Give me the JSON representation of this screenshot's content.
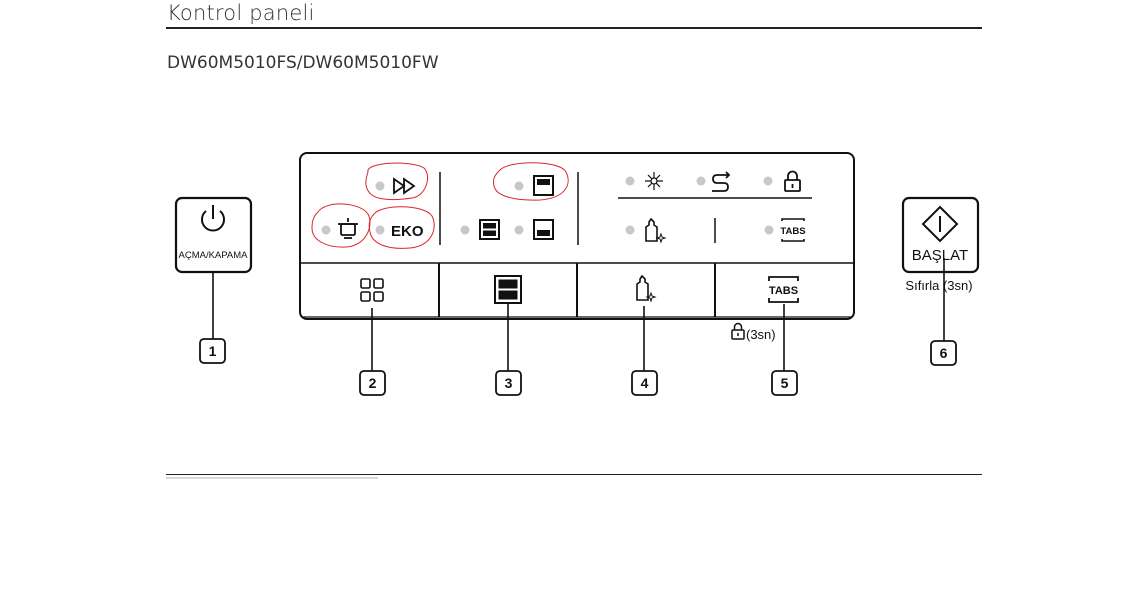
{
  "section_title": "Kontrol paneli",
  "model": "DW60M5010FS/DW60M5010FW",
  "power_button": {
    "label": "AÇMA/KAPAMA",
    "icon": "power-icon"
  },
  "start_button": {
    "label": "BAŞLAT",
    "icon": "start-diamond-icon",
    "hint": "Sıfırla (3sn)"
  },
  "indicators": {
    "eco": "EKO",
    "tabs": "TABS"
  },
  "buttons": {
    "program": {
      "icon": "program-grid-icon"
    },
    "half_load": {
      "icon": "half-load-icon"
    },
    "rinse_aid": {
      "icon": "rinse-aid-icon"
    },
    "tabs": {
      "label": "TABS",
      "hint": "(3sn)",
      "hint_icon": "lock-icon"
    }
  },
  "callouts": [
    "1",
    "2",
    "3",
    "4",
    "5",
    "6"
  ],
  "highlight_color": "#d9262c",
  "led_color": "#c8c8c8"
}
